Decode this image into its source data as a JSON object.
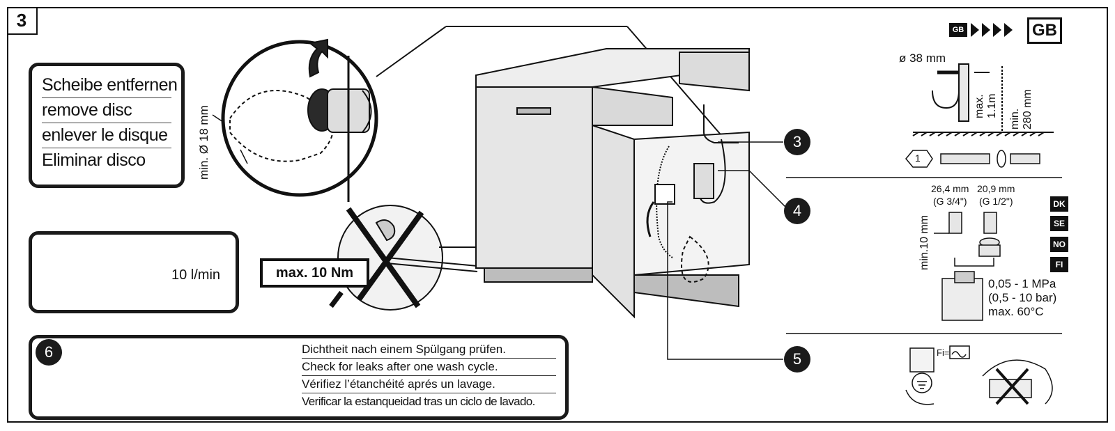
{
  "step_number": "3",
  "remove_disc": {
    "lines": [
      "Scheibe entfernen",
      "remove disc",
      "enlever le disque",
      "Eliminar disco"
    ]
  },
  "hose_min_diameter": "min. Ø 18 mm",
  "flow": {
    "rate": "10 l/min"
  },
  "torque": "max. 10 Nm",
  "callouts": {
    "three": "3",
    "four": "4",
    "five": "5",
    "six": "6"
  },
  "leak_check": {
    "lines": [
      "Dichtheit nach einem Spülgang prüfen.",
      "Check for leaks after one wash cycle.",
      "Vérifiez l’étanchéité aprés un lavage.",
      "Verificar la estanqueidad tras un ciclo de lavado."
    ]
  },
  "gb": {
    "small": "GB",
    "large": "GB"
  },
  "drain": {
    "diameter": "ø 38 mm",
    "max_height": [
      "max.",
      "1.1m"
    ],
    "min_height": [
      "min.",
      "280 mm"
    ]
  },
  "accessory_number": "1",
  "inlet": {
    "size_a": [
      "26,4 mm",
      "(G 3/4\")"
    ],
    "size_b": [
      "20,9 mm",
      "(G 1/2\")"
    ],
    "min_length": "min.10 mm",
    "countries": [
      "DK",
      "SE",
      "NO",
      "FI"
    ],
    "pressure": [
      "0,05 - 1 MPa",
      "(0,5 - 10 bar)",
      "max. 60°C"
    ]
  },
  "electrical": {
    "fi_label": "Fi="
  },
  "colors": {
    "ink": "#111111",
    "panel": "#e6e6e6",
    "shadow": "#bdbdbd"
  }
}
